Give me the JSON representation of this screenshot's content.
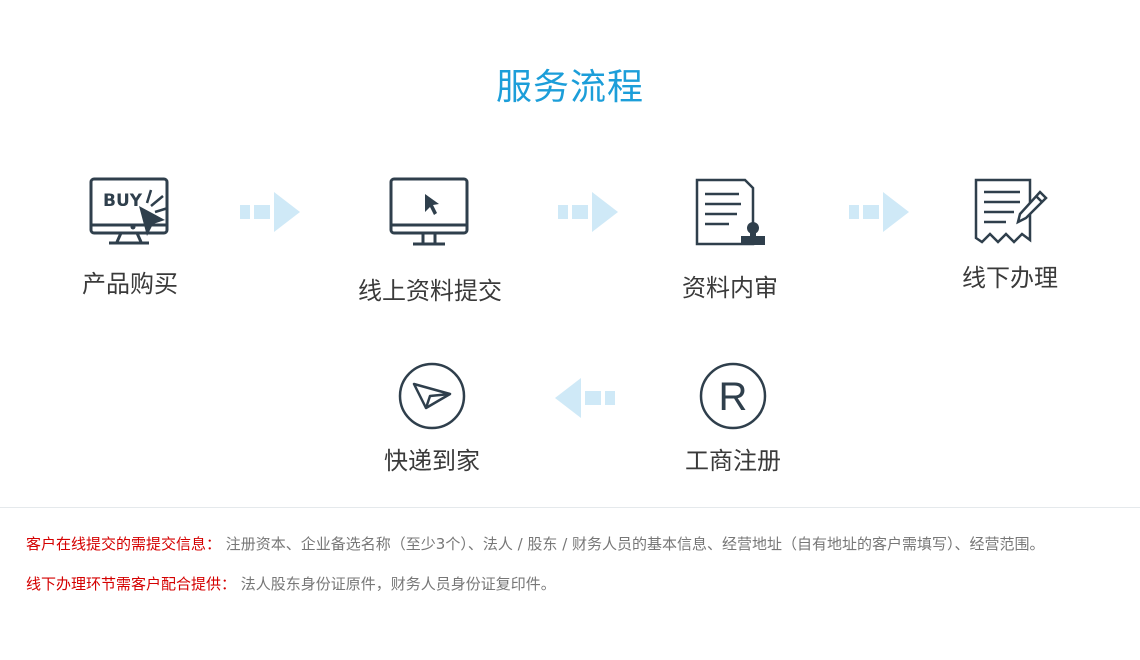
{
  "title": "服务流程",
  "steps": [
    {
      "label": "产品购买",
      "icon": "buy-monitor-icon",
      "buy_text": "BUY"
    },
    {
      "label": "线上资料提交",
      "icon": "monitor-cursor-icon"
    },
    {
      "label": "资料内审",
      "icon": "document-stamp-icon"
    },
    {
      "label": "线下办理",
      "icon": "receipt-pen-icon"
    },
    {
      "label": "工商注册",
      "icon": "registered-icon",
      "glyph": "R"
    },
    {
      "label": "快递到家",
      "icon": "paper-plane-icon"
    }
  ],
  "notes": [
    {
      "label": "客户在线提交的需提交信息：",
      "text": "注册资本、企业备选名称（至少3个）、法人 / 股东 / 财务人员的基本信息、经营地址（自有地址的客户需填写）、经营范围。"
    },
    {
      "label": "线下办理环节需客户配合提供：",
      "text": "法人股东身份证原件，财务人员身份证复印件。"
    }
  ],
  "colors": {
    "accent": "#1c9ed9",
    "icon_stroke": "#2f3f4c",
    "arrow": "#cfe9f7",
    "note_label": "#d40000",
    "note_text": "#777777"
  }
}
